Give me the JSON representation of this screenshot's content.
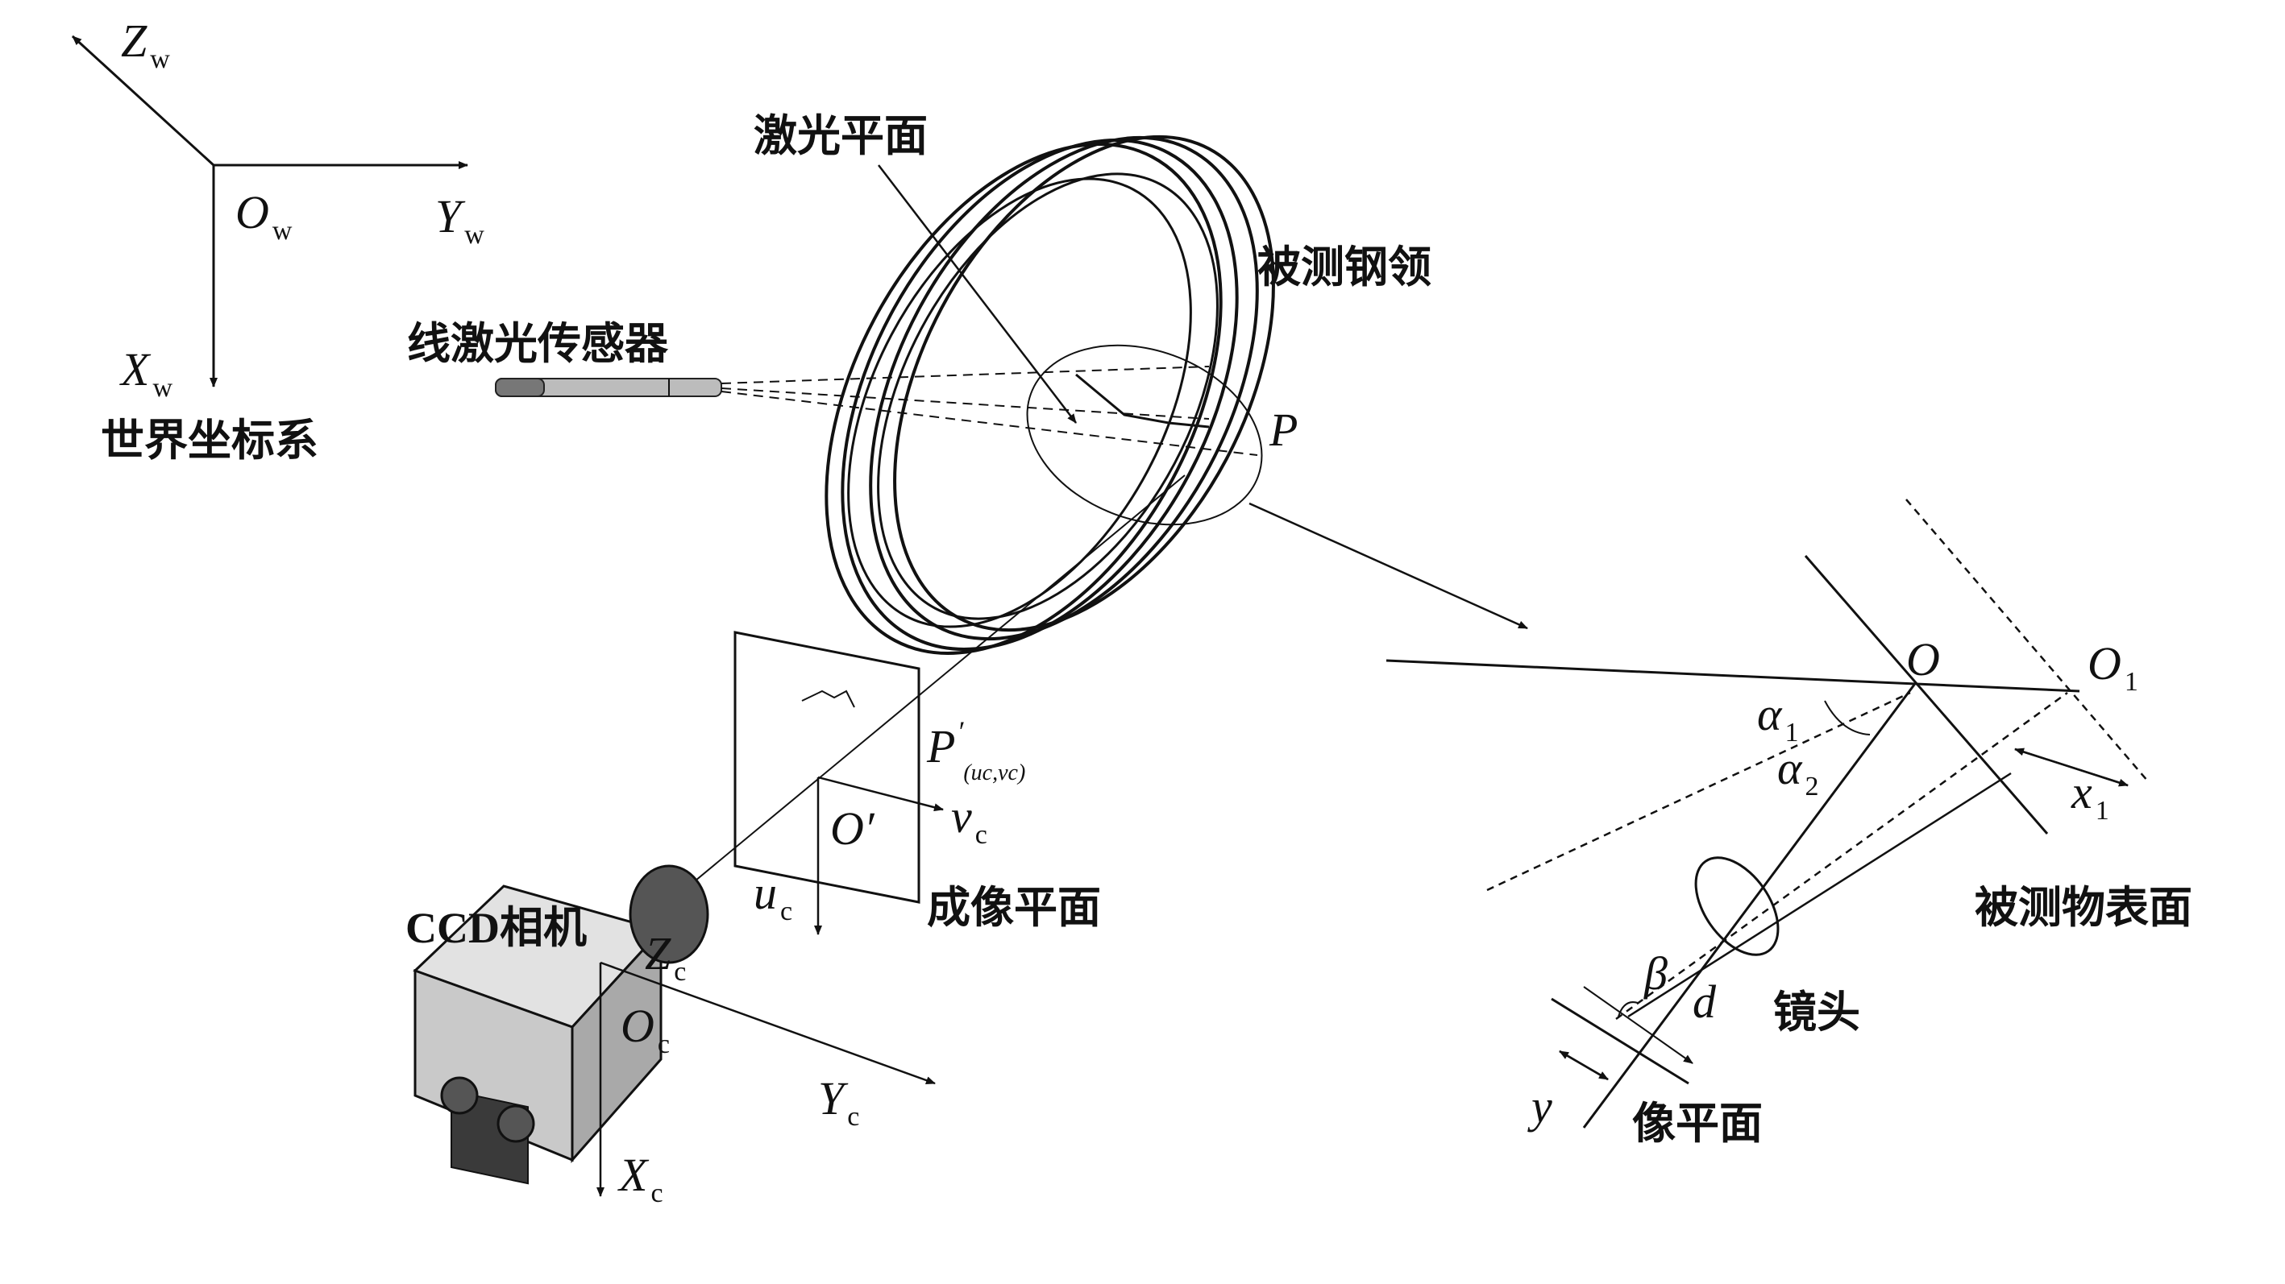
{
  "labels": {
    "world_cs": "世界坐标系",
    "line_laser_sensor": "线激光传感器",
    "laser_plane": "激光平面",
    "measured_ring": "被测钢领",
    "imaging_plane": "成像平面",
    "ccd_camera": "CCD相机",
    "measured_surface": "被测物表面",
    "lens": "镜头",
    "image_plane": "像平面"
  },
  "symbols": {
    "zw": "Z",
    "zw_sub": "w",
    "ow": "O",
    "ow_sub": "w",
    "yw": "Y",
    "yw_sub": "w",
    "xw": "X",
    "xw_sub": "w",
    "p": "P",
    "p_prime": "P",
    "p_prime_mark": "′",
    "p_prime_coord": "(u",
    "p_prime_coord2": "c",
    "p_prime_coord3": ",v",
    "p_prime_coord4": "c",
    "p_prime_coord5": ")",
    "o_prime": "O′",
    "vc": "v",
    "vc_sub": "c",
    "uc": "u",
    "uc_sub": "c",
    "zc": "Z",
    "zc_sub": "c",
    "oc": "O",
    "oc_sub": "c",
    "yc": "Y",
    "yc_sub": "c",
    "xc": "X",
    "xc_sub": "c",
    "o": "O",
    "o1": "O",
    "o1_sub": "1",
    "alpha1": "α",
    "alpha1_sub": "1",
    "alpha2": "α",
    "alpha2_sub": "2",
    "x1": "x",
    "x1_sub": "1",
    "beta": "β",
    "d": "d",
    "y": "y"
  },
  "colors": {
    "ink": "#111111",
    "camera_body": "#d8d8d8",
    "camera_face": "#3a3a3a"
  }
}
